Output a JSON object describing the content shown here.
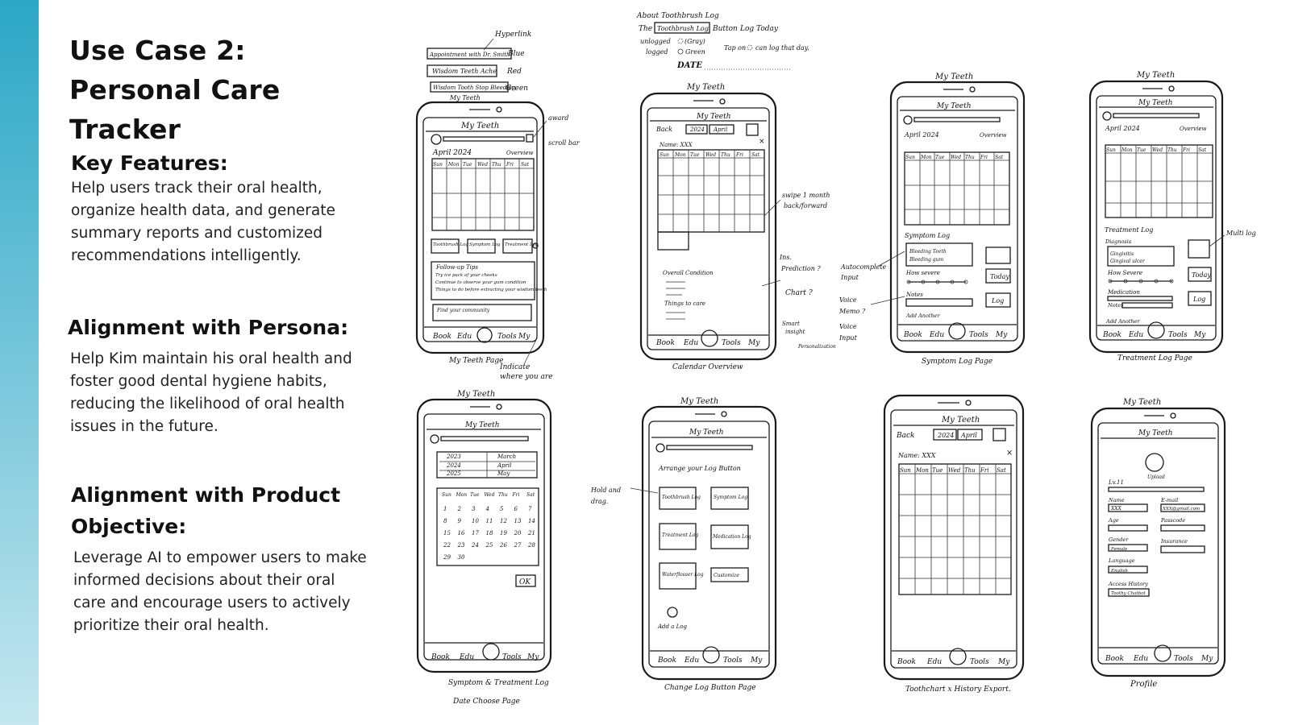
{
  "slide": {
    "title_line1": "Use Case 2:",
    "title_line2": "Personal Care Tracker",
    "key_features_heading": "Key Features:",
    "key_features_lines": [
      "Help users track their oral health,",
      "organize health data, and generate",
      "summary reports and customized",
      "recommendations intelligently."
    ],
    "persona_heading": "Alignment with Persona:",
    "persona_lines": [
      "Help Kim maintain his oral health and",
      "foster good dental hygiene habits,",
      "reducing the likelihood of oral health",
      "issues in the future."
    ],
    "objective_heading_line1": "Alignment with Product",
    "objective_heading_line2": "Objective:",
    "objective_lines": [
      "Leverage AI to empower users to make",
      "informed decisions about their oral",
      "care and encourage users to actively",
      "prioritize their oral health."
    ]
  },
  "colors": {
    "accent": "#2ba7c6",
    "accent_light": "#c4e7ef"
  },
  "sketches": {
    "common": {
      "app_title": "My Teeth",
      "nav": [
        "Book",
        "Edu",
        "Tools",
        "My"
      ],
      "days": [
        "Sun",
        "Mon",
        "Tue",
        "Wed",
        "Thu",
        "Fri",
        "Sat"
      ]
    },
    "s1": {
      "caption": "My Teeth Page",
      "indicate_note": "Indicate",
      "indicate_note2": "where you are",
      "legend_hyperlink": "Hyperlink",
      "legend_blue": "Blue",
      "legend_red": "Red",
      "legend_green": "Green",
      "chip_appt": "Appointment with Dr. Smith",
      "chip_wisdom": "Wisdom Teeth Ache",
      "chip_step": "Wisdom Tooth Stop Bleeding",
      "award_note": "award",
      "scroll_note": "scroll bar",
      "month": "April 2024",
      "overview": "Overview",
      "btn_toothbrush": "Toothbrush Log",
      "btn_symptom": "Symptom Log",
      "btn_treatment": "Treatment Log",
      "tips_title": "Follow-up Tips",
      "tip1": "Try ice pack of your cheeks",
      "tip2": "Continue to observe your gum condition",
      "tip3": "Things to do before extracting your wisdom teeth",
      "community": "Find your community"
    },
    "notes_top": {
      "title": "About Toothbrush Log",
      "line1a": "The",
      "line1b": "Toothbrush Log",
      "line1c": "Button",
      "line1d": "Log Today",
      "unlogged": "unlogged",
      "gray": "(Gray)",
      "logged": "logged",
      "green": "Green",
      "tap": "Tap on",
      "tap2": "can log that day.",
      "date": "DATE"
    },
    "s2": {
      "caption": "Calendar Overview",
      "back": "Back",
      "year": "2024",
      "month": "April",
      "name": "Name: XXX",
      "overall": "Overall Condition",
      "things": "Things to care",
      "swipe": "swipe 1 month",
      "swipe2": "back/forward",
      "pred1": "Ins.",
      "pred2": "Prediction ?",
      "chart": "Chart ?",
      "insight1": "Smart",
      "insight2": "insight",
      "insight3": "Personalization"
    },
    "s3": {
      "caption": "Symptom Log Page",
      "month": "April 2024",
      "overview": "Overview",
      "symptom_log": "Symptom Log",
      "item1": "Bleeding Teeth",
      "item2": "Bleeding gum",
      "how_severe": "How severe",
      "notes": "Notes",
      "add_another": "Add Another",
      "today": "Today",
      "log": "Log",
      "autocomplete": "Autocomplete",
      "input": "Input",
      "voice_memo": "Voice",
      "memo": "Memo ?",
      "voice_input": "Voice",
      "input2": "Input"
    },
    "s4": {
      "caption": "Treatment Log Page",
      "month": "April 2024",
      "overview": "Overview",
      "treatment_log": "Treatment Log",
      "diagnosis": "Diagnosis",
      "d1": "Gingivitis",
      "d2": "Gingival ulcer",
      "how_severe": "How Severe",
      "medication": "Medication",
      "notes": "Notes",
      "add_another": "Add Another",
      "today": "Today",
      "log": "Log",
      "multi": "Multi log"
    },
    "s5": {
      "caption1": "Symptom & Treatment Log",
      "caption2": "Date Choose Page",
      "years": [
        "2023",
        "2024",
        "2025"
      ],
      "months": [
        "March",
        "April",
        "May"
      ],
      "ok": "OK",
      "cal_rows": [
        [
          "1",
          "2",
          "3",
          "4",
          "5",
          "6",
          "7"
        ],
        [
          "8",
          "9",
          "10",
          "11",
          "12",
          "13",
          "14"
        ],
        [
          "15",
          "16",
          "17",
          "18",
          "19",
          "20",
          "21"
        ],
        [
          "22",
          "23",
          "24",
          "25",
          "26",
          "27",
          "28"
        ],
        [
          "29",
          "30",
          "",
          "",
          "",
          "",
          ""
        ]
      ]
    },
    "s6": {
      "caption": "Change Log Button Page",
      "arrange": "Arrange your Log Button",
      "hold": "Hold and",
      "drag": "drag.",
      "b1": "Toothbrush Log",
      "b2": "Symptom Log",
      "b3": "Treatment Log",
      "b4": "Medication Log",
      "b5": "Waterflosser Log",
      "b6": "Customize",
      "add": "Add a Log"
    },
    "s7": {
      "caption": "Toothchart x History Export.",
      "back": "Back",
      "year": "2024",
      "month": "April",
      "name": "Name: XXX"
    },
    "s8": {
      "caption": "Profile",
      "upload": "Upload",
      "level": "Lv.11",
      "name": "Name",
      "email": "E-mail",
      "name_val": "XXX",
      "email_val": "XXX@gmail.com",
      "age": "Age",
      "passcode": "Passcode",
      "gender": "Gender",
      "insurance": "Insurance",
      "gender_val": "Female",
      "language": "Language",
      "language_val": "English",
      "access": "Access History",
      "history_val": "Toothy Chatbot"
    }
  }
}
